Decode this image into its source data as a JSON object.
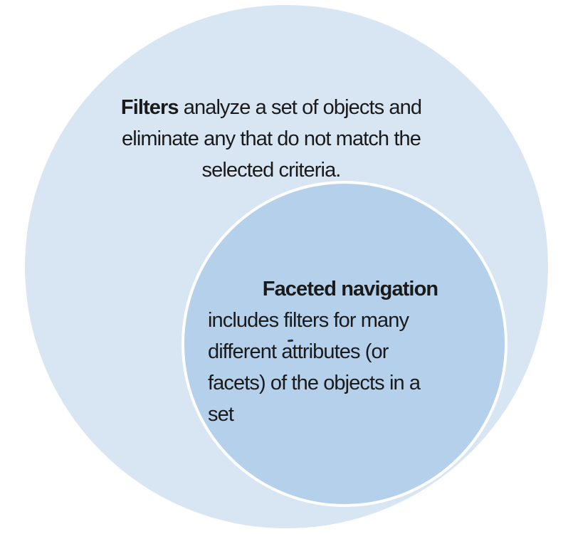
{
  "diagram": {
    "type": "nested-circles-venn",
    "background_color": "#ffffff",
    "text_color": "#1a1a1a",
    "outer_circle": {
      "fill_color": "#d8e6f4",
      "term_bold": "Filters",
      "line1_rest": " analyze a set of objects and",
      "line2": "eliminate any that do not match the",
      "line3": "selected criteria.",
      "full_text": "Filters analyze a set of objects and eliminate any that do not match the selected criteria."
    },
    "inner_circle": {
      "fill_color": "#b4d0ea",
      "ring_color": "#ffffff",
      "term_bold": "Faceted navigation",
      "line2": "includes filters for many",
      "line3": "different attributes (or",
      "line4": "facets) of the objects in a",
      "line5": "set",
      "full_text": "Faceted navigation includes filters for many different attributes (or facets) of the objects in a set"
    }
  }
}
